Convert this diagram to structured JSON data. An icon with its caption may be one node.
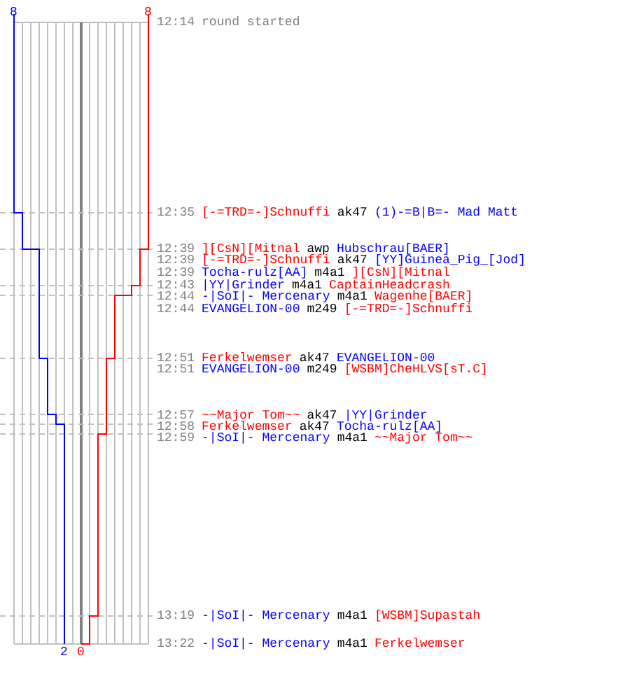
{
  "diagram": {
    "labels": [
      "8",
      "8",
      "12:14",
      "round started",
      "12:35",
      "[-=TRD=-]Schnuffi",
      "ak47",
      "(1)-=B|B=- Mad Matt",
      "12:39",
      "][CsN][Mitnal",
      "awp",
      "Hubschrau[BAER]",
      "12:39",
      "[-=TRD=-]Schnuffi",
      "ak47",
      "[YY]Guinea_Pig_[Jod]",
      "12:39",
      "Tocha-rulz[AA]",
      "m4a1",
      "][CsN][Mitnal",
      "12:43",
      "|YY|Grinder",
      "m4a1",
      "CaptainHeadcrash",
      "12:44",
      "-|SoI|- Mercenary",
      "m4a1",
      "Wagenhe[BAER]",
      "12:44",
      "EVANGELION-00",
      "m249",
      "[-=TRD=-]Schnuffi",
      "12:51",
      "Ferkelwemser",
      "ak47",
      "EVANGELION-00",
      "12:51",
      "EVANGELION-00",
      "m249",
      "[WSBM]CheHLVS[sT.C]",
      "12:57",
      "~~Major Tom~~",
      "ak47",
      "|YY|Grinder",
      "12:58",
      "Ferkelwemser",
      "ak47",
      "Tocha-rulz[AA]",
      "12:59",
      "-|SoI|- Mercenary",
      "m4a1",
      "~~Major Tom~~",
      "13:19",
      "-|SoI|- Mercenary",
      "m4a1",
      "[WSBM]Supastah",
      "13:22",
      "-|SoI|- Mercenary",
      "m4a1",
      "Ferkelwemser",
      "2",
      "0"
    ]
  }
}
